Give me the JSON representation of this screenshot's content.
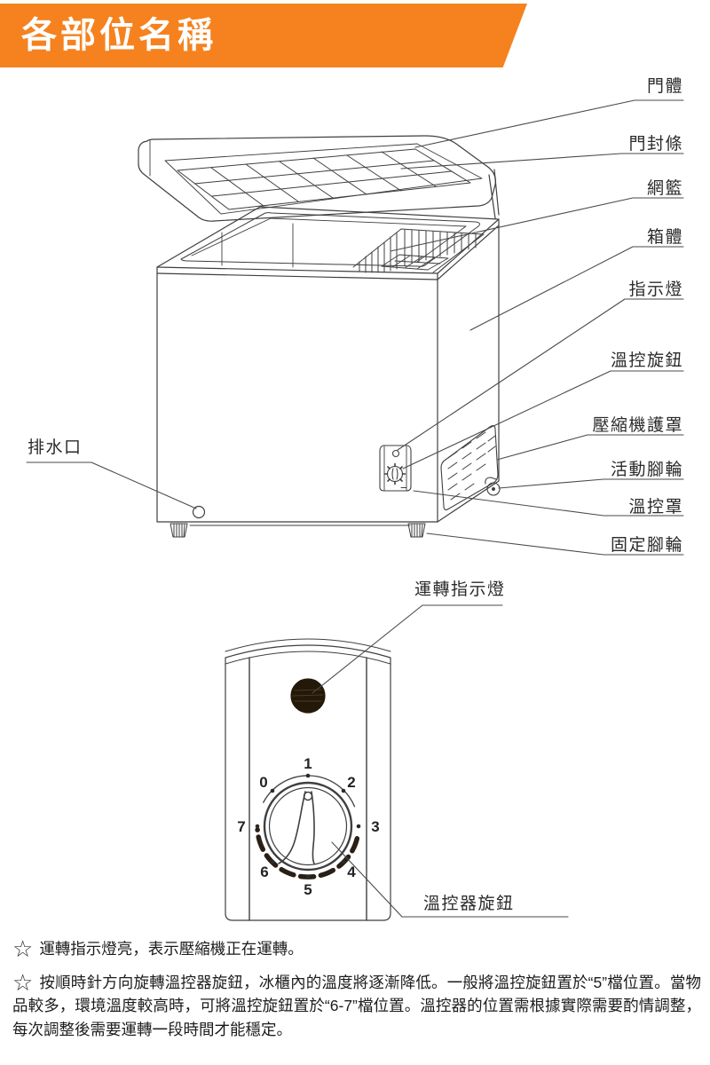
{
  "header": {
    "title": "各部位名稱",
    "accent_color": "#F5821F",
    "title_color": "#FFFFFF"
  },
  "diagram": {
    "right_labels": [
      "門體",
      "門封條",
      "網籃",
      "箱體",
      "指示燈",
      "溫控旋鈕",
      "壓縮機護罩",
      "活動腳輪",
      "溫控罩",
      "固定腳輪"
    ],
    "left_label": "排水口",
    "detail": {
      "indicator_label": "運轉指示燈",
      "knob_label": "溫控器旋鈕",
      "dial_numbers": [
        "0",
        "1",
        "2",
        "3",
        "4",
        "5",
        "6",
        "7"
      ]
    },
    "line_color": "#3f3f3f"
  },
  "notes": [
    {
      "bullet": "☆",
      "text": "運轉指示燈亮，表示壓縮機正在運轉。"
    },
    {
      "bullet": "☆",
      "text": "按順時針方向旋轉溫控器旋鈕，冰櫃內的溫度將逐漸降低。一般將溫控旋鈕置於“5”檔位置。當物品較多，環境溫度較高時，可將溫控旋鈕置於“6-7”檔位置。溫控器的位置需根據實際需要酌情調整，每次調整後需要運轉一段時間才能穩定。"
    }
  ]
}
